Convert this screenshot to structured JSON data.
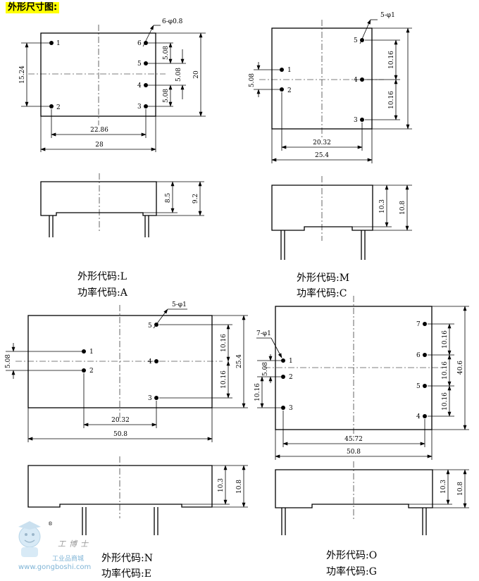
{
  "title": "外形尺寸图:",
  "watermark": {
    "brand": "工博士",
    "cn": "工业品商城",
    "url": "www.gongboshi.com",
    "reg": "®"
  },
  "views": [
    {
      "id": "L",
      "code_label": "外形代码:L",
      "power_label": "功率代码:A",
      "hole_note": "6-φ0.8",
      "pins": [
        "1",
        "2",
        "3",
        "4",
        "5",
        "6"
      ],
      "dims": {
        "pin_pitch": "5.08",
        "width_overall": "28",
        "pin_span_x": "22.86",
        "row_span": "15.24",
        "height_overall": "20",
        "side_body": "8.5",
        "side_total": "9.2"
      }
    },
    {
      "id": "M",
      "code_label": "外形代码:M",
      "power_label": "功率代码:C",
      "hole_note": "5-φ1",
      "pins": [
        "1",
        "2",
        "3",
        "4",
        "5"
      ],
      "dims": {
        "pitch_small": "5.08",
        "pitch_large": "10.16",
        "width_overall": "25.4",
        "pin_span_x": "20.32",
        "side_body": "10.3",
        "side_total": "10.8"
      }
    },
    {
      "id": "N",
      "code_label": "外形代码:N",
      "power_label": "功率代码:E",
      "hole_note": "5-φ1",
      "pins": [
        "1",
        "2",
        "3",
        "4",
        "5"
      ],
      "dims": {
        "pitch_small": "5.08",
        "pitch_large": "10.16",
        "height_overall": "25.4",
        "pin_span_x": "20.32",
        "width_overall": "50.8",
        "side_body": "10.3",
        "side_total": "10.8"
      }
    },
    {
      "id": "O",
      "code_label": "外形代码:O",
      "power_label": "功率代码:G",
      "hole_note": "7-φ1",
      "pins": [
        "1",
        "2",
        "3",
        "4",
        "5",
        "6",
        "7"
      ],
      "dims": {
        "pitch_small": "5.08",
        "pitch_large": "10.16",
        "height_overall": "40.6",
        "pin_span_x": "45.72",
        "width_overall": "50.8",
        "side_body": "10.3",
        "side_total": "10.8"
      }
    }
  ]
}
